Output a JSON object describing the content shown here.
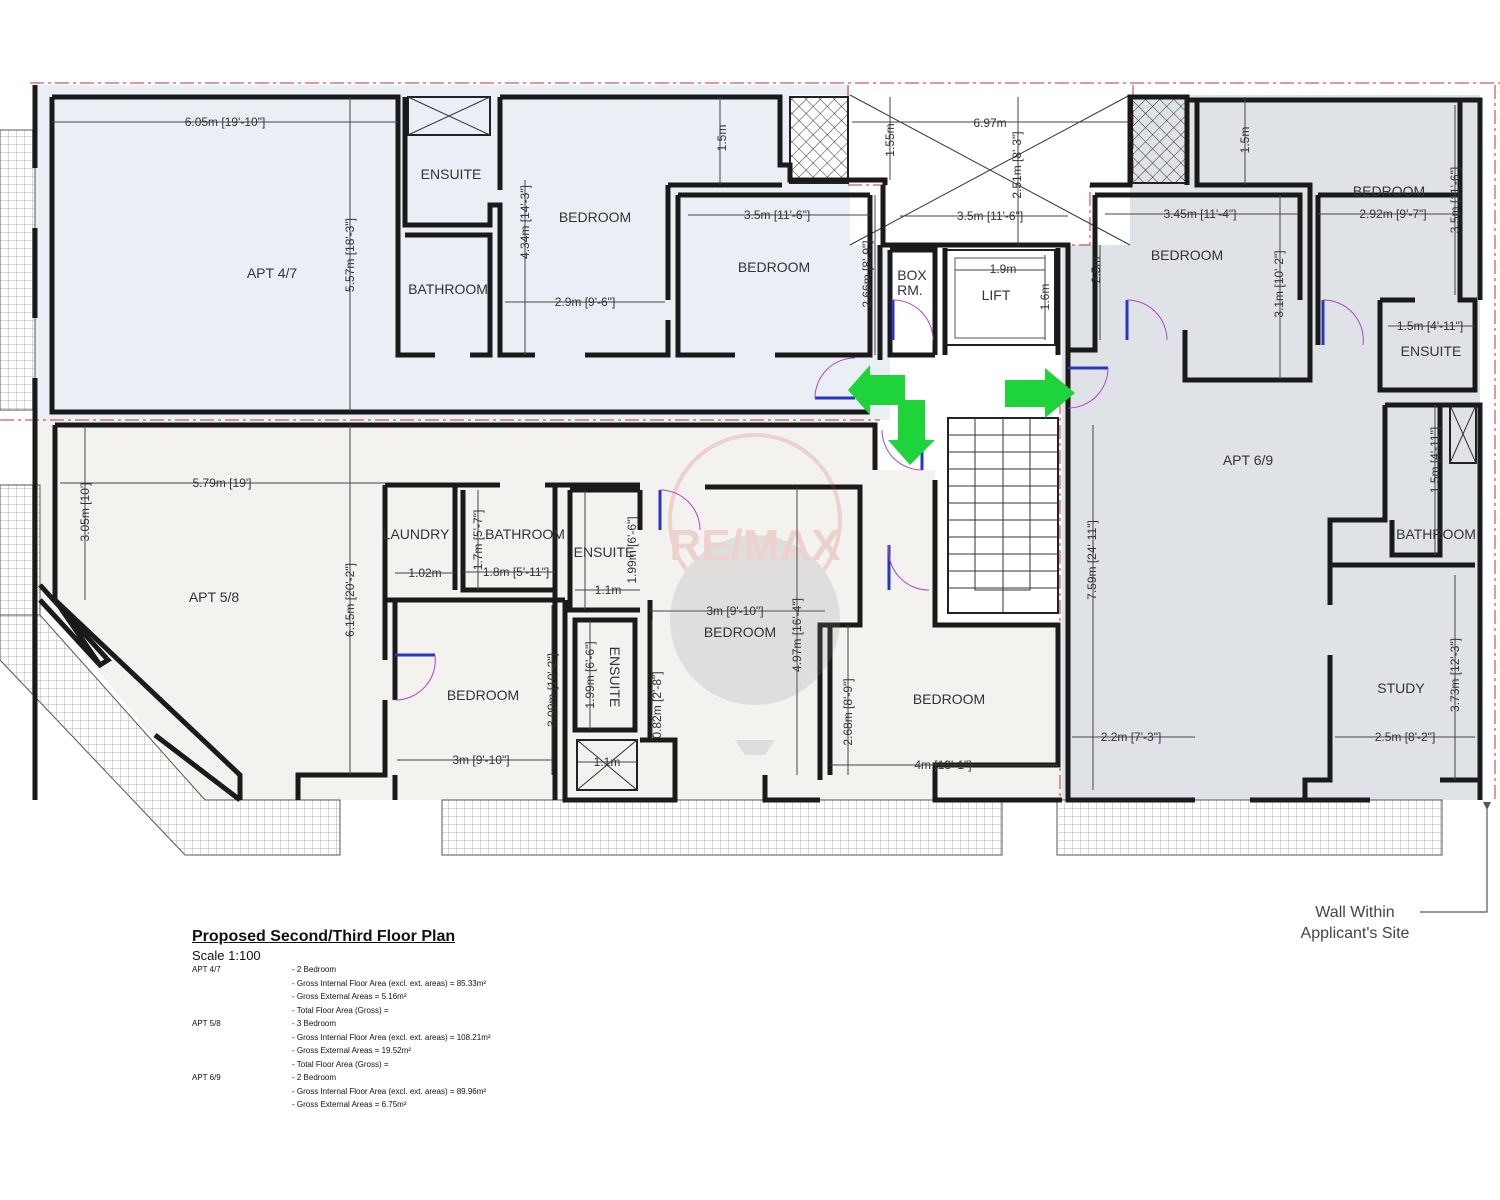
{
  "apartments": {
    "a47": "APT 4/7",
    "a58": "APT 5/8",
    "a69": "APT 6/9"
  },
  "rooms": {
    "ensuite_a": "ENSUITE",
    "bathroom_a": "BATHROOM",
    "bedroom_a1": "BEDROOM",
    "bedroom_a2": "BEDROOM",
    "box_rm_1": "BOX",
    "box_rm_2": "RM.",
    "lift": "LIFT",
    "bedroom_c1": "BEDROOM",
    "bedroom_c2": "BEDROOM",
    "ensuite_c": "ENSUITE",
    "bathroom_c": "BATHROOM",
    "study": "STUDY",
    "laundry": "LAUNDRY",
    "bathroom_b": "BATHROOM",
    "ensuite_b1": "ENSUITE",
    "ensuite_b2": "ENSUITE",
    "bedroom_b1": "BEDROOM",
    "bedroom_b2": "BEDROOM",
    "bedroom_b3": "BEDROOM"
  },
  "dims": {
    "d1": "6.05m [19'-10\"]",
    "d2": "5.57m [18'-3\"]",
    "d3": "4.34m [14'-3\"]",
    "d4": "2.9m [9'-6\"]",
    "d5": "1.5m",
    "d6": "3.5m [11'-6\"]",
    "d7": "2.66m [8'-9\"]",
    "d8": "1.55m",
    "d9": "6.97m",
    "d10": "2.51m [8'-3\"]",
    "d11": "3.5m [11'-6\"]",
    "d12": "1.9m",
    "d13": "1.6m",
    "d14": "2.5m",
    "d15": "3.45m [11'-4\"]",
    "d16": "3.1m [10'-2\"]",
    "d17": "1.5m",
    "d18": "2.92m [9'-7\"]",
    "d19": "3.5m [11'-6\"]",
    "d20": "1.5m [4'-11\"]",
    "d21": "1.5m [4'-11\"]",
    "d22": "7.59m [24'-11\"]",
    "d23": "3.73m [12'-3\"]",
    "d24": "2.2m [7'-3\"]",
    "d25": "2.5m [8'-2\"]",
    "d26": "5.79m [19']",
    "d27": "3.05m [10']",
    "d28": "6.15m [20'-2\"]",
    "d29": "1.02m",
    "d30": "1.7m [5'-7\"]",
    "d31": "1.8m [5'-11\"]",
    "d32": "1.99m [6'-6\"]",
    "d33": "1.1m",
    "d34": "3m [9'-10\"]",
    "d35": "4.97m [16'-4\"]",
    "d36": "3.09m [10'-2\"]",
    "d37": "1.99m [6'-6\"]",
    "d38": "0.82m [2'-8\"]",
    "d39": "3m [9'-10\"]",
    "d40": "1.1m",
    "d41": "2.68m [8'-9\"]",
    "d42": "4m [13'-1\"]"
  },
  "watermark": "RE/MAX",
  "legend": {
    "title": "Proposed Second/Third Floor Plan",
    "scale": "Scale 1:100",
    "rows": [
      {
        "k": "APT 4/7",
        "v": "- 2 Bedroom"
      },
      {
        "k": "",
        "v": "- Gross Internal Floor Area (excl. ext. areas) = 85.33m²"
      },
      {
        "k": "",
        "v": "- Gross External Areas = 5.16m²"
      },
      {
        "k": "",
        "v": "- Total Floor Area (Gross) ="
      },
      {
        "k": "APT 5/8",
        "v": "- 3 Bedroom"
      },
      {
        "k": "",
        "v": "- Gross Internal Floor Area (excl. ext. areas) = 108.21m²"
      },
      {
        "k": "",
        "v": "- Gross External Areas = 19.52m²"
      },
      {
        "k": "",
        "v": "- Total Floor Area (Gross) ="
      },
      {
        "k": "APT 6/9",
        "v": "- 2 Bedroom"
      },
      {
        "k": "",
        "v": "- Gross Internal Floor Area (excl. ext. areas) = 89.96m²"
      },
      {
        "k": "",
        "v": "- Gross External Areas = 6.75m²"
      }
    ]
  },
  "note": {
    "line1": "Wall Within",
    "line2": "Applicant's Site"
  },
  "colors": {
    "apt47_fill": "#e9eff5",
    "apt58_fill": "#f3f2ef",
    "apt69_fill": "#dfe3e7",
    "arrow": "#1fd33a",
    "door_arc": "#b044c8",
    "door_leaf": "#2a36c0",
    "boundary": "#c0303a"
  }
}
